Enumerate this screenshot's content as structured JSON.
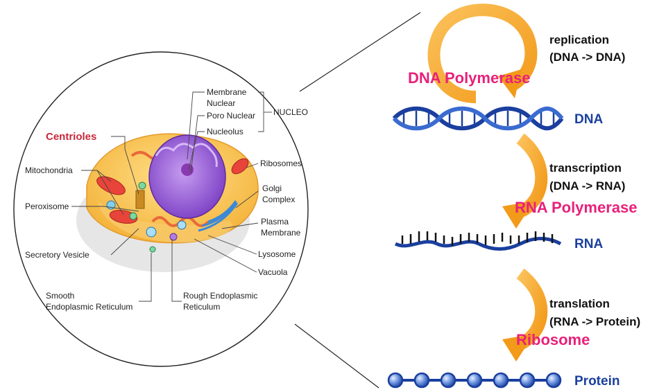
{
  "cell": {
    "centrioles": "Centrioles",
    "mitochondria": "Mitochondria",
    "peroxisome": "Peroxisome",
    "secretory_vesicle": "Secretory Vesicle",
    "smooth_er_1": "Smooth",
    "smooth_er_2": "Endoplasmic Reticulum",
    "membrane_nuclear_1": "Membrane",
    "membrane_nuclear_2": "Nuclear",
    "poro_nuclear": "Poro Nuclear",
    "nucleolus": "Nucleolus",
    "nucleo": "NUCLEO",
    "ribosomes": "Ribosomes",
    "golgi_1": "Golgi",
    "golgi_2": "Complex",
    "plasma_1": "Plasma",
    "plasma_2": "Membrane",
    "lysosome": "Lysosome",
    "vacuola": "Vacuola",
    "rough_er_1": "Rough Endoplasmic",
    "rough_er_2": "Reticulum"
  },
  "dogma": {
    "replication": "replication",
    "replication_detail": "(DNA -> DNA)",
    "dna_polymerase": "DNA Polymerase",
    "dna": "DNA",
    "transcription": "transcription",
    "transcription_detail": "(DNA -> RNA)",
    "rna_polymerase": "RNA Polymerase",
    "rna": "RNA",
    "translation": "translation",
    "translation_detail": "(RNA -> Protein)",
    "ribosome": "Ribosome",
    "protein": "Protein"
  },
  "colors": {
    "arrow": "#f5a623",
    "enzyme": "#e8217a",
    "molecule": "#1a3f9e",
    "nucleus": "#9b59d6"
  }
}
